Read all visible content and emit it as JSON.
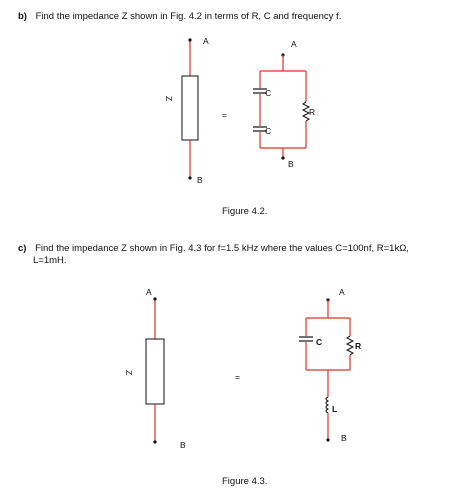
{
  "question_b": {
    "label": "b)",
    "text": "Find the impedance Z shown in Fig. 4.2 in terms of R, C and frequency f.",
    "caption": "Figure 4.2.",
    "labels": {
      "a_left": "A",
      "b_left": "B",
      "z": "Z",
      "equals": "=",
      "a_right": "A",
      "b_right": "B",
      "c1": "C",
      "c2": "C",
      "r": "R"
    }
  },
  "question_c": {
    "label": "c)",
    "text_line1": "Find the impedance Z shown in Fig. 4.3 for f=1.5 kHz where the values C=100nf, R=1kΩ,",
    "text_line2": "L=1mH.",
    "caption": "Figure 4.3.",
    "labels": {
      "a_left": "A",
      "b_left": "B",
      "z": "Z",
      "equals": "=",
      "a_right": "A",
      "b_right": "B",
      "c": "C",
      "r": "R",
      "l": "L"
    }
  },
  "colors": {
    "wire_red": "#d9342b",
    "ink": "#111111"
  }
}
